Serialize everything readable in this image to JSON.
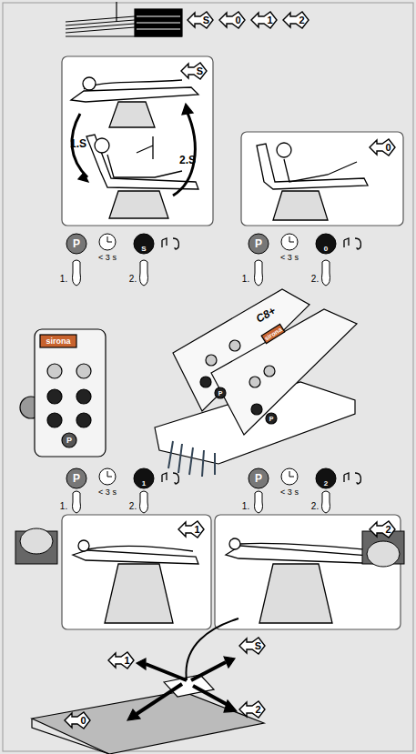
{
  "diagram": {
    "nodes": [
      {
        "text": [
          "S"
        ]
      },
      {
        "text": [
          "0"
        ]
      },
      {
        "text": [
          "1"
        ]
      },
      {
        "text": [
          "2"
        ]
      },
      {
        "text": [
          "S"
        ]
      },
      {
        "text": [
          "0"
        ]
      },
      {
        "text": [
          "1"
        ]
      },
      {
        "text": [
          "2"
        ]
      },
      {
        "text": [
          "1"
        ]
      },
      {
        "text": [
          "S"
        ]
      },
      {
        "text": [
          "0"
        ]
      },
      {
        "text": [
          "2"
        ]
      }
    ],
    "labels": [
      "1.S",
      "2.S",
      "P",
      "< 3 s",
      "S",
      "1.",
      "2.",
      "P",
      "< 3 s",
      "0",
      "1.",
      "2.",
      "sirona",
      "P",
      "C8+",
      "sirona",
      "P",
      "P",
      "P",
      "< 3 s",
      "1",
      "1.",
      "2.",
      "P",
      "< 3 s",
      "2",
      "1.",
      "2."
    ]
  }
}
